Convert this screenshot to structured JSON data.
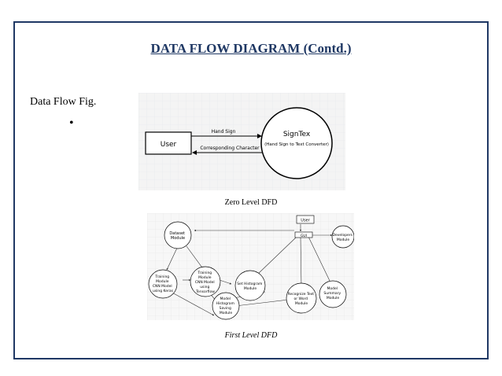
{
  "slide": {
    "title": "DATA FLOW DIAGRAM (Contd.)",
    "left_label": "Data Flow Fig.",
    "bullet": "•"
  },
  "zero_level": {
    "caption": "Zero Level DFD",
    "user": "User",
    "system_name": "SignTex",
    "system_desc": "(Hand Sign to Text Converter)",
    "flow_in": "Hand Sign",
    "flow_out": "Corresponding Character"
  },
  "first_level": {
    "caption": "First Level DFD",
    "user": "User",
    "gui": "GUI",
    "nodes": {
      "dataset": [
        "Dataset",
        "Module"
      ],
      "developers": [
        "Developers",
        "Module"
      ],
      "training_cnn": [
        "Training",
        "Module",
        "CNN Model",
        "using Keras"
      ],
      "training_tf": [
        "Training",
        "Module",
        "CNN Model",
        "using",
        "Tensorflow"
      ],
      "histogram": [
        "Set Histogram",
        "Module"
      ],
      "recognize": [
        "Recognize Text",
        "or Word",
        "Module"
      ],
      "model_summary": [
        "Model",
        "Summary",
        "Module"
      ],
      "model_hist": [
        "Model",
        "Histogram",
        "Saving",
        "Module"
      ]
    }
  }
}
